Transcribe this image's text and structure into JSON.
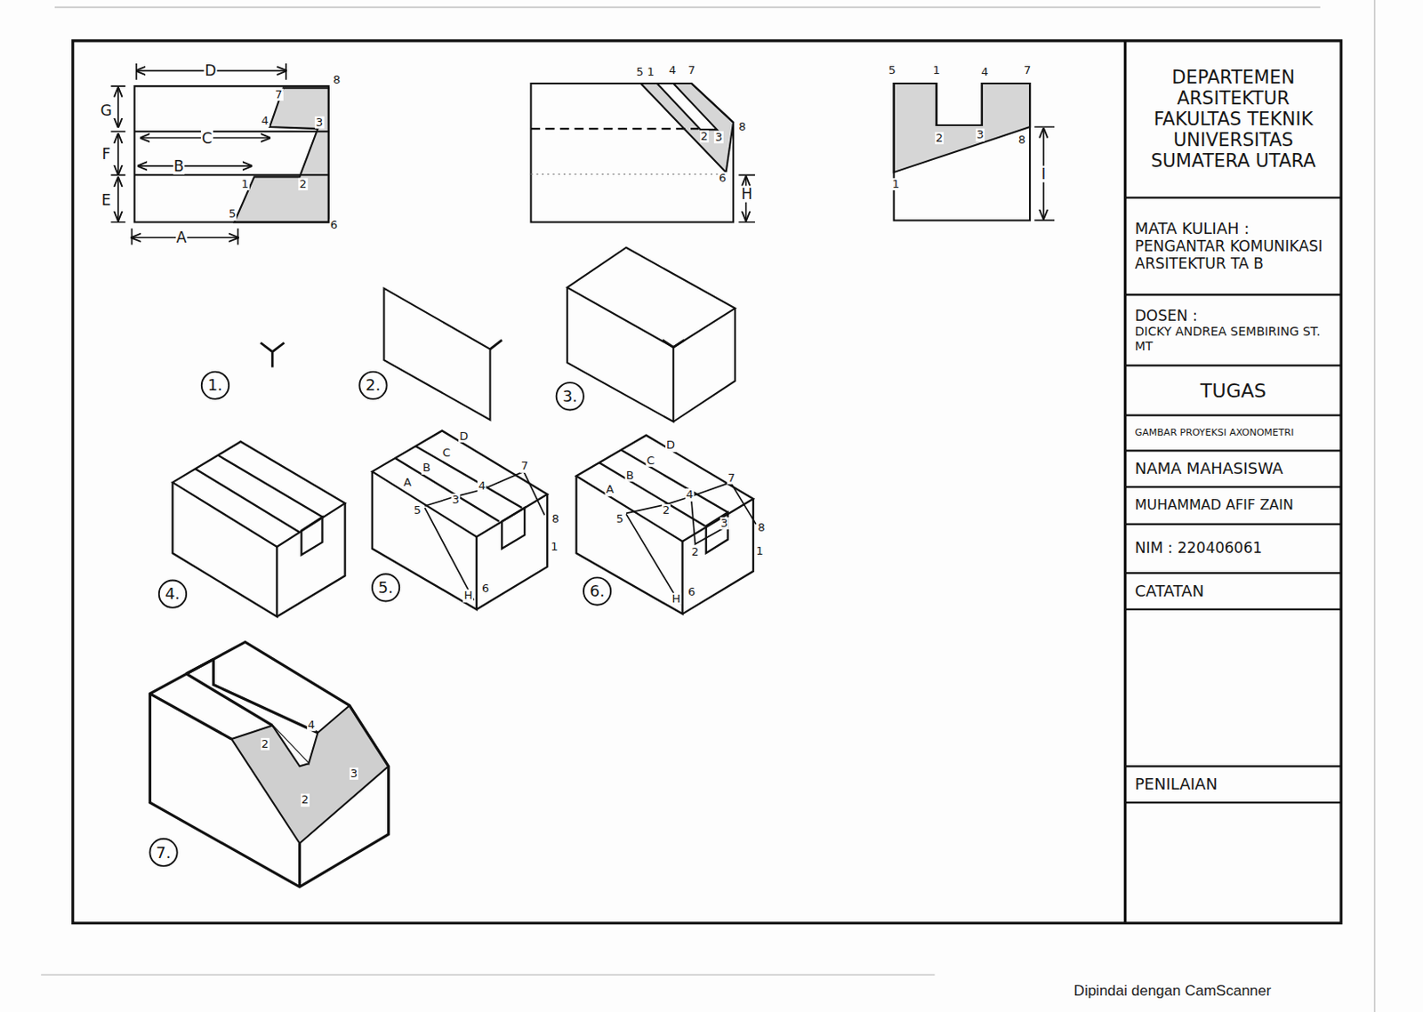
{
  "diagram": {
    "nodes": [
      {
        "text": [
          "DEPARTEMEN ARSITEKTUR FAKULTAS TEKNIK UNIVERSITAS SUMATERA UTARA"
        ]
      },
      {
        "text": [
          "MATA KULIAH :",
          "PENGANTAR KOMUNIKASI ARSITEKTUR TA B"
        ]
      },
      {
        "text": [
          "DOSEN :",
          "DICKY ANDREA SEMBIRING ST. MT"
        ]
      },
      {
        "text": [
          "TUGAS"
        ]
      },
      {
        "text": [
          "GAMBAR PROYEKSI AXONOMETRI"
        ]
      },
      {
        "text": [
          "NAMA MAHASISWA"
        ]
      },
      {
        "text": [
          "MUHAMMAD AFIF ZAIN"
        ]
      },
      {
        "text": [
          "NIM : 220406061"
        ]
      },
      {
        "text": [
          "CATATAN"
        ]
      },
      {
        "text": [
          "PENILAIAN"
        ]
      }
    ],
    "labels": [
      "D",
      "G",
      "C",
      "F",
      "B",
      "E",
      "A",
      "8",
      "7",
      "4",
      "3",
      "2",
      "1",
      "5",
      "6",
      "5",
      "1",
      "4",
      "7",
      "2",
      "3",
      "8",
      "6",
      "H",
      "5",
      "1",
      "4",
      "7",
      "2",
      "3",
      "8",
      "1",
      "I",
      "1.",
      "2.",
      "3.",
      "4.",
      "5.",
      "6.",
      "7.",
      "A",
      "B",
      "C",
      "D",
      "7",
      "8",
      "1",
      "5",
      "3",
      "4",
      "H",
      "6",
      "A",
      "B",
      "C",
      "D",
      "7",
      "8",
      "1",
      "5",
      "2",
      "4",
      "3",
      "2",
      "H",
      "6",
      "2",
      "4",
      "3",
      "2",
      "Dipindai dengan CamScanner"
    ]
  }
}
